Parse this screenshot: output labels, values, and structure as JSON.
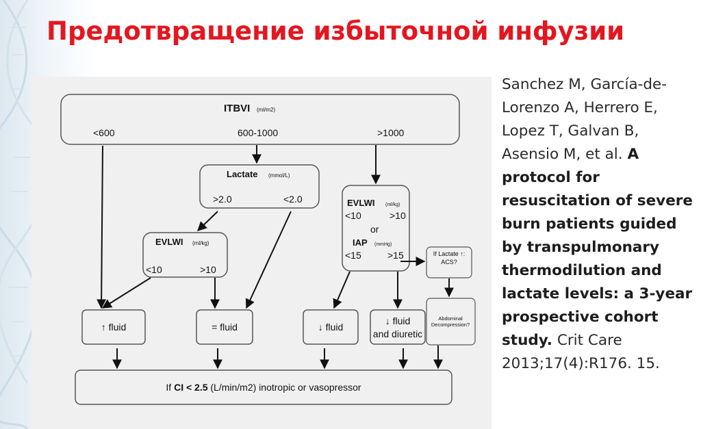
{
  "slide": {
    "title": "Предотвращение избыточной инфузии"
  },
  "flowchart": {
    "itbvi": {
      "label": "ITBVI",
      "unit": "(ml/m2)",
      "low": "<600",
      "mid": "600-1000",
      "high": ">1000"
    },
    "lactate": {
      "label": "Lactate",
      "unit": "(mmol/L)",
      "high": ">2.0",
      "low": "<2.0"
    },
    "evlwi_left": {
      "label": "EVLWI",
      "unit": "(ml/kg)",
      "low": "<10",
      "high": ">10"
    },
    "evlwi_right": {
      "label": "EVLWI",
      "unit": "(ml/kg)",
      "low": "<10",
      "high": ">10",
      "or_text": "or",
      "iap_label": "IAP",
      "iap_unit": "(mmHg)",
      "iap_low": "<15",
      "iap_high": ">15"
    },
    "acs": {
      "line1": "If Lactate ↑:",
      "line2": "ACS?"
    },
    "abdominal": {
      "line1": "Abdominal",
      "line2": "Decompression?"
    },
    "fluid_up": "↑ fluid",
    "fluid_eq": "= fluid",
    "fluid_down": "↓ fluid",
    "fluid_diuretic": {
      "line1": "↓ fluid",
      "line2": "and diuretic"
    },
    "bottom": {
      "prefix": "If ",
      "ci": "CI < 2.5",
      "suffix": " (L/min/m2) inotropic or vasopressor"
    }
  },
  "citation": {
    "authors": "Sanchez M, García-de-Lorenzo A, Herrero E, Lopez T, Galvan B, Asensio M, et al.",
    "title": "A protocol for resuscitation of severe burn patients guided by transpulmonary thermodilution and lactate levels: a 3-year prospective cohort study.",
    "source": "Crit Care 2013;17(4):R176. 15."
  }
}
